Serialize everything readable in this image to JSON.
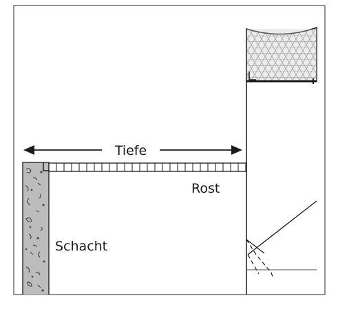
{
  "labels": {
    "depth": "Tiefe",
    "grate": "Rost",
    "shaft": "Schacht"
  },
  "colors": {
    "frame": "#6e6e6e",
    "line": "#1a1a1a",
    "concrete_fill": "#bcbcbc",
    "insulation_fill": "#c9c9c9",
    "background": "#ffffff"
  }
}
